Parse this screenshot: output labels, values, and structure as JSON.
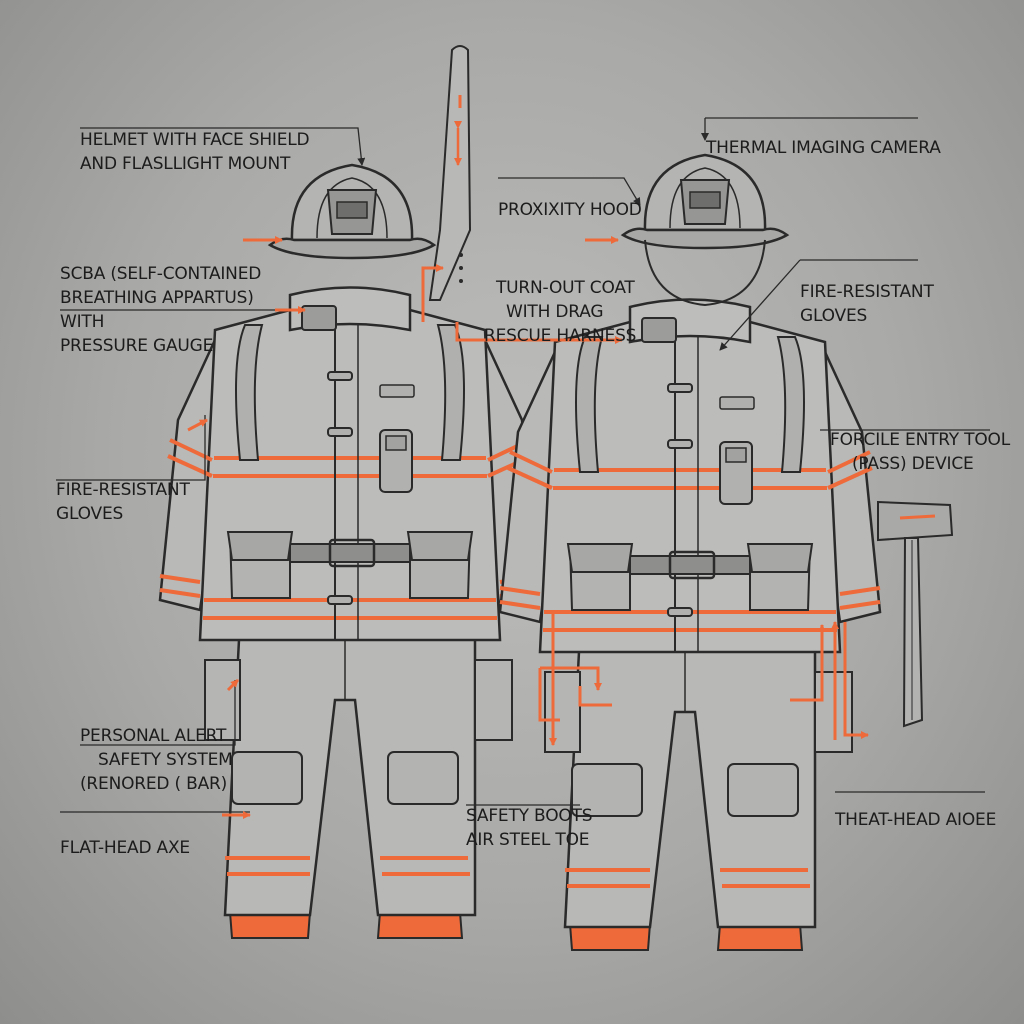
{
  "palette": {
    "background": "#adadab",
    "ink": "#2a2a2a",
    "accent": "#ee6a3a"
  },
  "labels": {
    "helmet_face_shield": [
      "HELMET WITH FACE SHIELD",
      "AND FLASLLIGHT MOUNT"
    ],
    "scba": [
      "SCBA (SELF-CONTAINED",
      "BREATHING APPARTUS)",
      "WITH",
      "PRESSURE GAUGE"
    ],
    "gloves_left": [
      "FIRE-RESISTANT",
      "GLOVES"
    ],
    "pass_left": [
      "PERSONAL ALERT",
      "SAFETY SYSTEM",
      "(RENORED ( BAR)"
    ],
    "flat_head_axe": [
      "FLAT-HEAD AXE"
    ],
    "thermal_camera": [
      "THERMAL IMAGING CAMERA"
    ],
    "proximity_hood": [
      "PROXIXITY HOOD"
    ],
    "turnout_coat": [
      "TURN-OUT COAT",
      "WITH DRAG",
      "RESCUE HARNESS"
    ],
    "gloves_right": [
      "FIRE-RESISTANT",
      "GLOVES"
    ],
    "forcible_entry": [
      "FORCILE ENTRY TOOL",
      "(PASS) DEVICE"
    ],
    "safety_boots": [
      "SAFETY BOOTS",
      "AIR STEEL TOE"
    ],
    "theat_head": [
      "THEAT-HEAD AIOEE"
    ]
  }
}
